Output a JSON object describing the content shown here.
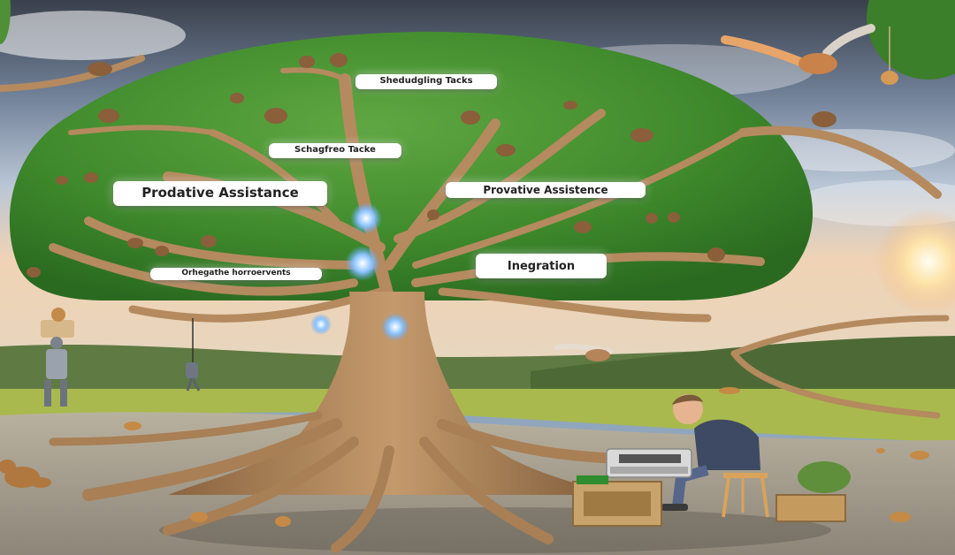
{
  "labels": {
    "scheduling_tasks_top": "Shedudgling Tacks",
    "scheduling_tasks_mid": "Schagfreo Tacke",
    "predictive_left": "Prodative Assistance",
    "predictive_right": "Provative Assistence",
    "integration": "Inegration",
    "orchestration": "Orhegathe horroervents"
  },
  "colors": {
    "sky_top": "#3f4654",
    "sky_horizon": "#f3c79a",
    "foliage": "#3f8a2c",
    "trunk": "#b08457",
    "ground": "#9b948a",
    "grass": "#a9b94e",
    "spark": "#5aa8ff"
  }
}
